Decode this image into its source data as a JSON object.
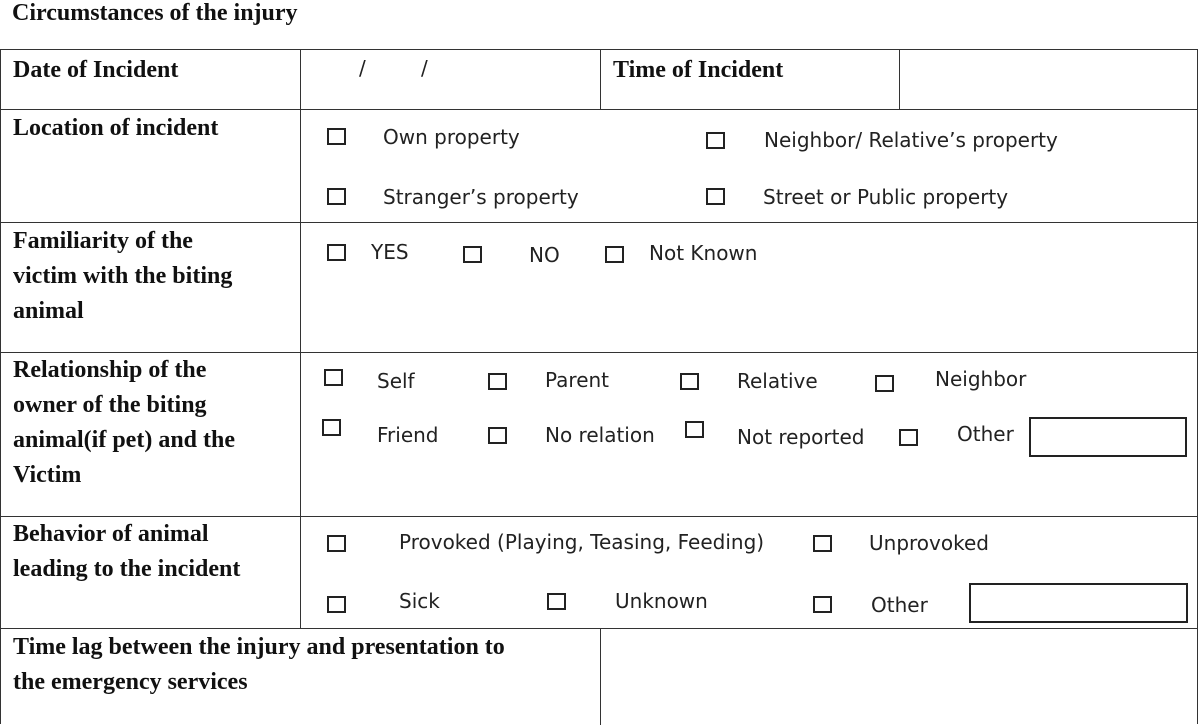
{
  "heading": "Circumstances of the injury",
  "date_row": {
    "date_label": "Date of Incident",
    "date_separator": "/",
    "time_label": "Time of Incident"
  },
  "location": {
    "label": "Location of incident",
    "options": [
      "Own property",
      "Neighbor/ Relative’s property",
      "Stranger’s property",
      "Street or Public property"
    ]
  },
  "familiarity": {
    "label_lines": [
      "Familiarity of the",
      "victim with the biting",
      "animal"
    ],
    "options": [
      "YES",
      "NO",
      "Not Known"
    ]
  },
  "relationship": {
    "label_lines": [
      "Relationship of the",
      "owner of the biting",
      "animal(if pet) and the",
      "Victim"
    ],
    "options": [
      "Self",
      "Parent",
      "Relative",
      "Neighbor",
      "Friend",
      "No relation",
      "Not reported",
      "Other"
    ]
  },
  "behavior": {
    "label_lines": [
      "Behavior of animal",
      "leading to the incident"
    ],
    "options": [
      "Provoked (Playing, Teasing, Feeding)",
      "Unprovoked",
      "Sick",
      "Unknown",
      "Other"
    ]
  },
  "time_lag": {
    "label_lines": [
      "Time lag between the injury and presentation to",
      "the emergency services"
    ]
  }
}
